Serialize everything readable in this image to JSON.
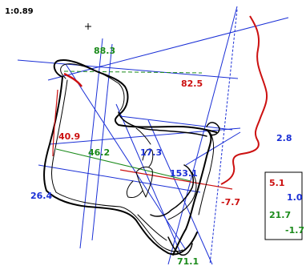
{
  "scale_label": "1:0.89",
  "colors": {
    "blue": "#1a2fd6",
    "red": "#cc1010",
    "green": "#1a8a1a",
    "black": "#000000"
  },
  "measurements": {
    "m88_3": "88.3",
    "m82_5": "82.5",
    "m40_9": "40.9",
    "m46_2": "46.2",
    "m17_3": "17.3",
    "m153_1": "153.1",
    "m2_8": "2.8",
    "m26_4": "26.4",
    "m7_7": "-7.7",
    "m71_1": "71.1"
  },
  "legend_box": {
    "v1": "5.1",
    "v2": "1.0",
    "v3": "21.7",
    "v4": "-1.7"
  }
}
